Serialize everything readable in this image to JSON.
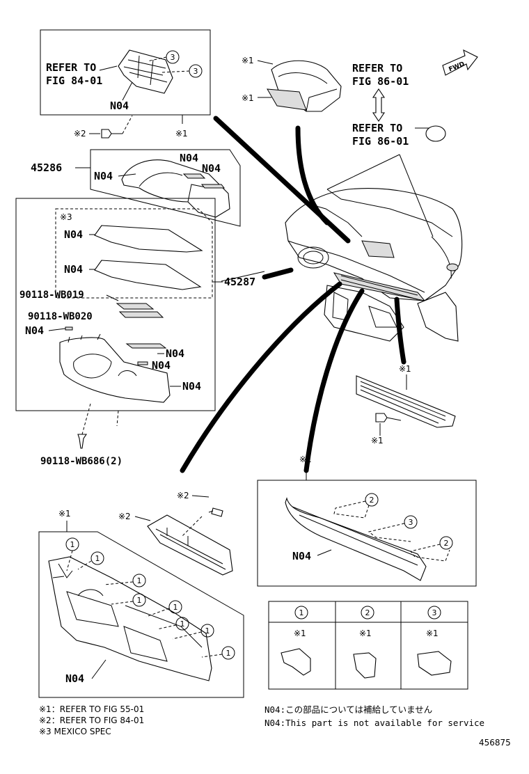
{
  "refer_84_line1": "REFER TO",
  "refer_84_line2": "FIG 84-01",
  "refer_86a_line1": "REFER TO",
  "refer_86a_line2": "FIG 86-01",
  "refer_86b_line1": "REFER TO",
  "refer_86b_line2": "FIG 86-01",
  "fwd": "FWD",
  "n04": "N04",
  "k1": "※1",
  "k2": "※2",
  "k3": "※3",
  "c1": "1",
  "c2": "2",
  "c3": "3",
  "part_45286": "45286",
  "part_45287": "45287",
  "part_wb019": "90118-WB019",
  "part_wb020": "90118-WB020",
  "part_wb686": "90118-WB686(2)",
  "legend_1": "※1：REFER TO FIG 55-01",
  "legend_2": "※2：REFER TO FIG 84-01",
  "legend_3": "※3  MEXICO SPEC",
  "note_jp": "N04:この部品については補給していません",
  "note_en": "N04:This part is not available for service",
  "diagram_id": "456875"
}
